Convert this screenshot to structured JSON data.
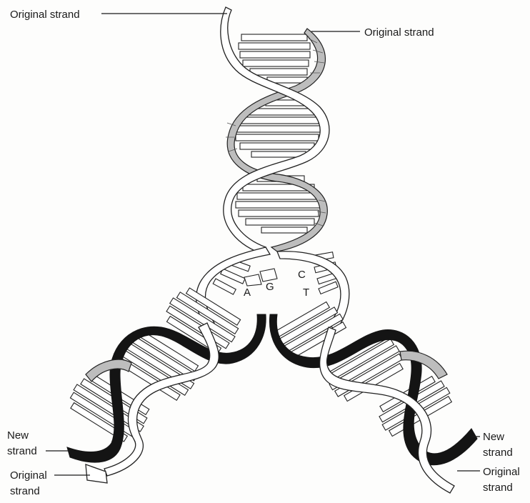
{
  "labels": {
    "top_left": "Original strand",
    "top_right": "Original strand",
    "bottom_left_new": "New\nstrand",
    "bottom_left_original": "Original\nstrand",
    "bottom_right_new": "New\nstrand",
    "bottom_right_original": "Original\nstrand"
  },
  "bases": {
    "a": "A",
    "g": "G",
    "c": "C",
    "t": "T"
  }
}
